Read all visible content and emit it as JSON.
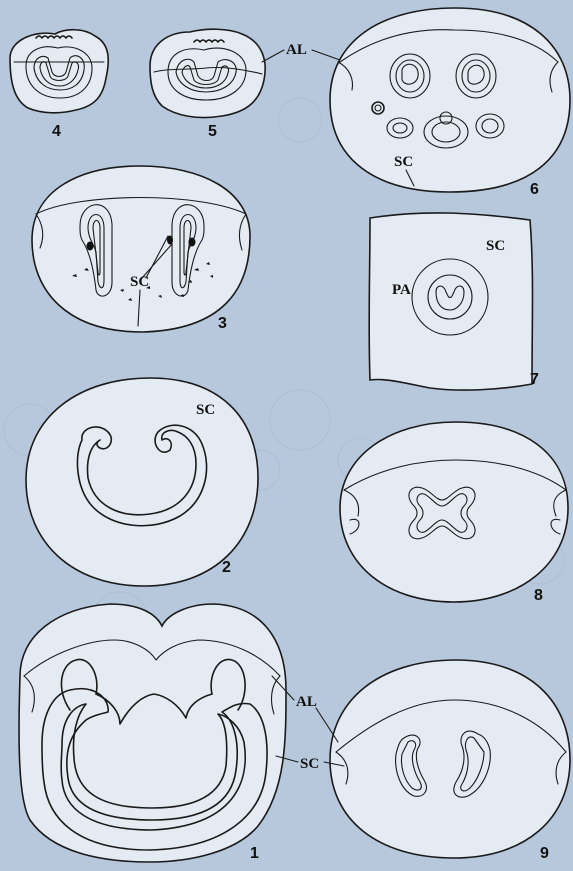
{
  "figure_numbers": {
    "f1": "1",
    "f2": "2",
    "f3": "3",
    "f4": "4",
    "f5": "5",
    "f6": "6",
    "f7": "7",
    "f8": "8",
    "f9": "9"
  },
  "labels": {
    "al_top": "AL",
    "al_bottom": "AL",
    "sc_fig6": "SC",
    "sc_fig7": "SC",
    "pa_fig7": "PA",
    "sc_fig3": "SC",
    "sc_fig2": "SC",
    "sc_bottom": "SC"
  },
  "colors": {
    "background": "#b8c8dc",
    "paper": "#e4ebf3",
    "ink": "#1a1a1a"
  }
}
